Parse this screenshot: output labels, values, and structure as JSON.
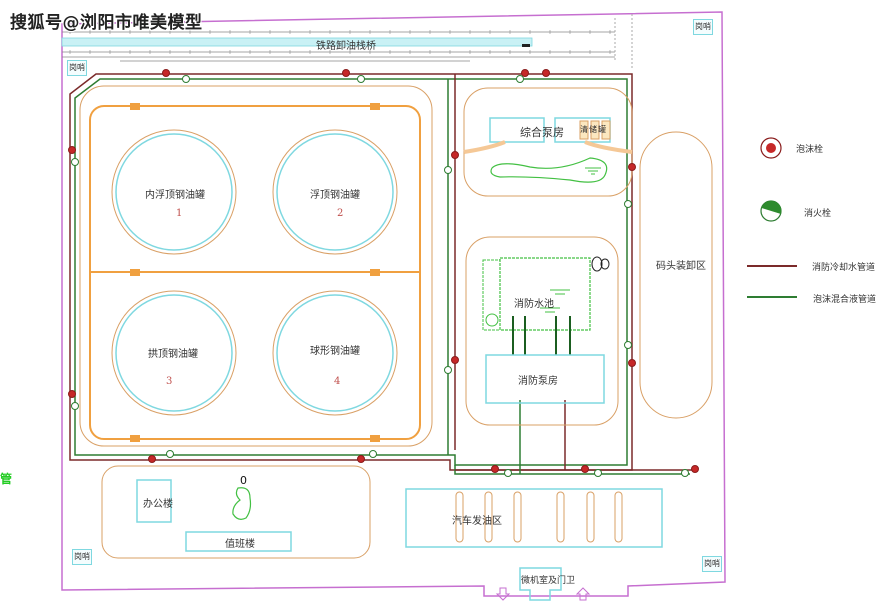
{
  "watermark": "搜狐号@浏阳市唯美模型",
  "rail": {
    "label": "铁路卸油栈桥"
  },
  "tanks": [
    {
      "name": "内浮顶钢油罐",
      "number": "1"
    },
    {
      "name": "浮顶钢油罐",
      "number": "2"
    },
    {
      "name": "拱顶钢油罐",
      "number": "3"
    },
    {
      "name": "球形钢油罐",
      "number": "4"
    }
  ],
  "buildings": {
    "pump_house_combined": "综合泵房",
    "small_tanks": "清储罐",
    "fire_pool": "消防水池",
    "fire_pump_house": "消防泵房",
    "dock_area": "码头装卸区",
    "office": "办公楼",
    "duty": "值班楼",
    "truck_area": "汽车发油区",
    "gate": "微机室及门卫",
    "pond_mark": "0"
  },
  "sentries": [
    "岗哨",
    "岗哨",
    "岗哨",
    "岗哨"
  ],
  "legend": {
    "foam_hydrant": "泡沫栓",
    "fire_hydrant": "消火栓",
    "cooling_pipe": "消防冷却水管道",
    "foam_pipe": "泡沫混合液管道"
  },
  "edge_text": "管",
  "colors": {
    "boundary": "#c66fd0",
    "cooling_pipe": "#7b2a2a",
    "foam_pipe": "#2e7d32",
    "road": "#d9a066",
    "dike": "#f0a040",
    "structure": "#7fd8e0",
    "foam_hydrant": "#c62828",
    "fire_hydrant": "#2e8b2e"
  }
}
